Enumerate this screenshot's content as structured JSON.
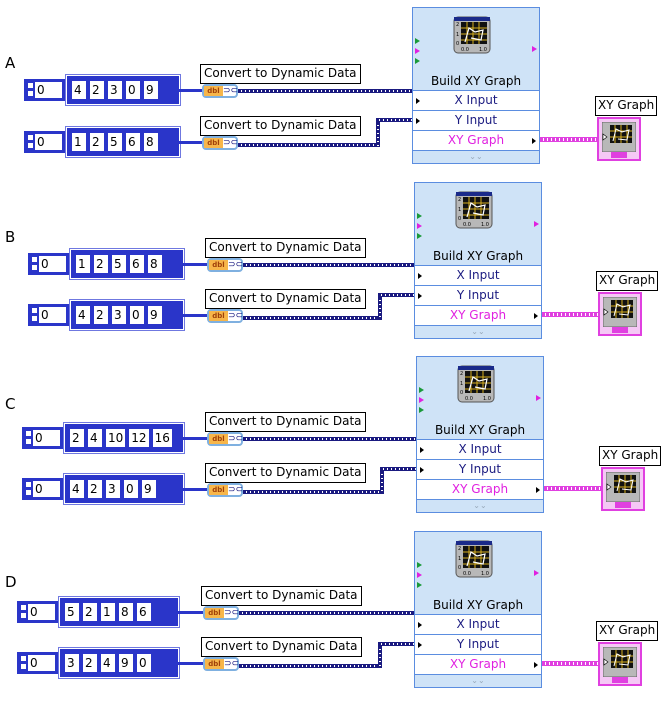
{
  "panels": [
    {
      "letter": "A",
      "inputs": [
        {
          "index": "0",
          "values": [
            "4",
            "2",
            "3",
            "0",
            "9"
          ],
          "convert_label": "Convert to Dynamic Data"
        },
        {
          "index": "0",
          "values": [
            "1",
            "2",
            "5",
            "6",
            "8"
          ],
          "convert_label": "Convert to Dynamic Data"
        }
      ],
      "build_xy": {
        "title": "Build XY Graph",
        "x_input": "X Input",
        "y_input": "Y Input",
        "output": "XY Graph"
      },
      "graph_label": "XY Graph"
    },
    {
      "letter": "B",
      "inputs": [
        {
          "index": "0",
          "values": [
            "1",
            "2",
            "5",
            "6",
            "8"
          ],
          "convert_label": "Convert to Dynamic Data"
        },
        {
          "index": "0",
          "values": [
            "4",
            "2",
            "3",
            "0",
            "9"
          ],
          "convert_label": "Convert to Dynamic Data"
        }
      ],
      "build_xy": {
        "title": "Build XY Graph",
        "x_input": "X Input",
        "y_input": "Y Input",
        "output": "XY Graph"
      },
      "graph_label": "XY Graph"
    },
    {
      "letter": "C",
      "inputs": [
        {
          "index": "0",
          "values": [
            "2",
            "4",
            "10",
            "12",
            "16"
          ],
          "convert_label": "Convert to Dynamic Data"
        },
        {
          "index": "0",
          "values": [
            "4",
            "2",
            "3",
            "0",
            "9"
          ],
          "convert_label": "Convert to Dynamic Data"
        }
      ],
      "build_xy": {
        "title": "Build XY Graph",
        "x_input": "X Input",
        "y_input": "Y Input",
        "output": "XY Graph"
      },
      "graph_label": "XY Graph"
    },
    {
      "letter": "D",
      "inputs": [
        {
          "index": "0",
          "values": [
            "5",
            "2",
            "1",
            "8",
            "6"
          ],
          "convert_label": "Convert to Dynamic Data"
        },
        {
          "index": "0",
          "values": [
            "3",
            "2",
            "4",
            "9",
            "0"
          ],
          "convert_label": "Convert to Dynamic Data"
        }
      ],
      "build_xy": {
        "title": "Build XY Graph",
        "x_input": "X Input",
        "y_input": "Y Input",
        "output": "XY Graph"
      },
      "graph_label": "XY Graph"
    }
  ],
  "icons": {
    "convert_node_text": "dbl",
    "convert_node_symbol": "⊃⊂",
    "expand_glyph": "⌄⌄"
  },
  "colors": {
    "array_border": "#2a35c9",
    "dynamic_wire": "#1a1a80",
    "xy_graph_wire": "#e040e0",
    "express_vi_bg": "#cfe3f7",
    "express_vi_border": "#5b8de0"
  }
}
